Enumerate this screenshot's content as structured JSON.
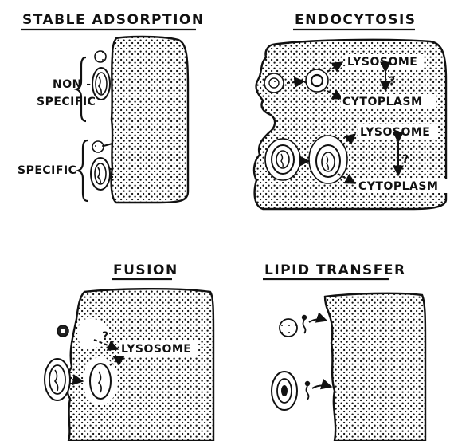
{
  "panels": {
    "stable_adsorption": {
      "title": "STABLE ADSORPTION",
      "label_nonspecific": "NON -\nSPECIFIC",
      "label_specific": "SPECIFIC"
    },
    "endocytosis": {
      "title": "ENDOCYTOSIS",
      "lysosome_1": "LYSOSOME",
      "cytoplasm_1": "CYTOPLASM",
      "lysosome_2": "LYSOSOME",
      "cytoplasm_2": "CYTOPLASM",
      "question_1": "?",
      "question_2": "?"
    },
    "fusion": {
      "title": "FUSION",
      "lysosome": "LYSOSOME",
      "question": "?"
    },
    "lipid_transfer": {
      "title": "LIPID TRANSFER"
    }
  },
  "colors": {
    "ink": "#111111",
    "paper": "#ffffff"
  }
}
